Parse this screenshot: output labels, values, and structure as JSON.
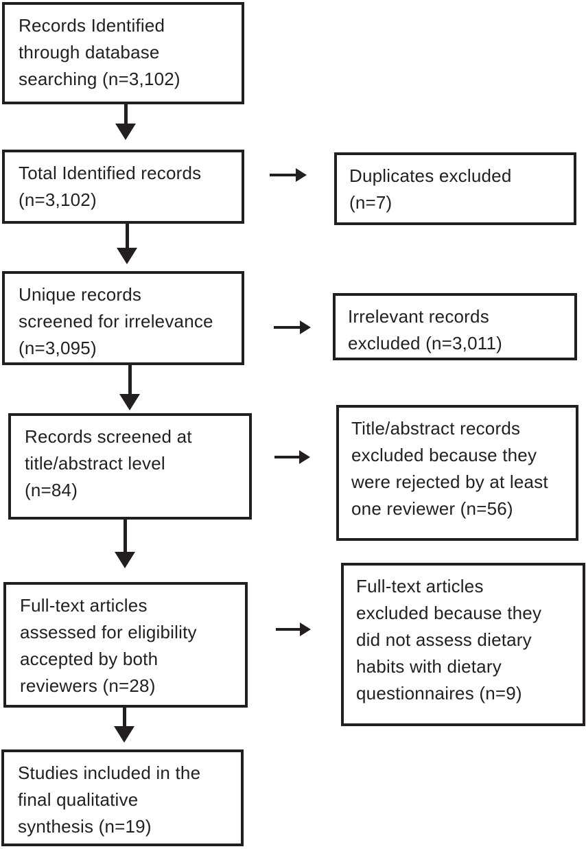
{
  "colors": {
    "line": "#231f20",
    "text": "#231f20",
    "background": "#ffffff"
  },
  "flow": {
    "main_path": [
      {
        "id": "records-identified",
        "lines": [
          "Records Identified",
          "through database",
          "searching (n=3,102)"
        ]
      },
      {
        "id": "total-records",
        "lines": [
          "Total Identified records",
          "(n=3,102)"
        ]
      },
      {
        "id": "unique-records",
        "lines": [
          "Unique records",
          "screened for irrelevance",
          "(n=3,095)"
        ]
      },
      {
        "id": "title-abstract-screened",
        "lines": [
          "Records screened at",
          "title/abstract level",
          "(n=84)"
        ]
      },
      {
        "id": "fulltext-assessed",
        "lines": [
          "Full-text articles",
          "assessed for eligibility",
          "accepted by both",
          "reviewers (n=28)"
        ]
      },
      {
        "id": "studies-included",
        "lines": [
          "Studies included in the",
          "final qualitative",
          "synthesis (n=19)"
        ]
      }
    ],
    "exclusions": [
      {
        "id": "duplicates-excluded",
        "lines": [
          "Duplicates excluded",
          "(n=7)"
        ]
      },
      {
        "id": "irrelevant-excluded",
        "lines": [
          "Irrelevant records",
          "excluded (n=3,011)"
        ]
      },
      {
        "id": "title-abstract-excluded",
        "lines": [
          "Title/abstract records",
          "excluded because they",
          "were rejected by at least",
          "one reviewer (n=56)"
        ]
      },
      {
        "id": "fulltext-excluded",
        "lines": [
          "Full-text articles",
          "excluded because they",
          "did not assess dietary",
          "habits with dietary",
          "questionnaires (n=9)"
        ]
      }
    ],
    "counts": {
      "records_identified": 3102,
      "total_identified": 3102,
      "unique_screened": 3095,
      "title_abstract_screened": 84,
      "fulltext_assessed": 28,
      "studies_included": 19,
      "duplicates_excluded": 7,
      "irrelevant_excluded": 3011,
      "title_abstract_excluded": 56,
      "fulltext_excluded": 9
    }
  }
}
